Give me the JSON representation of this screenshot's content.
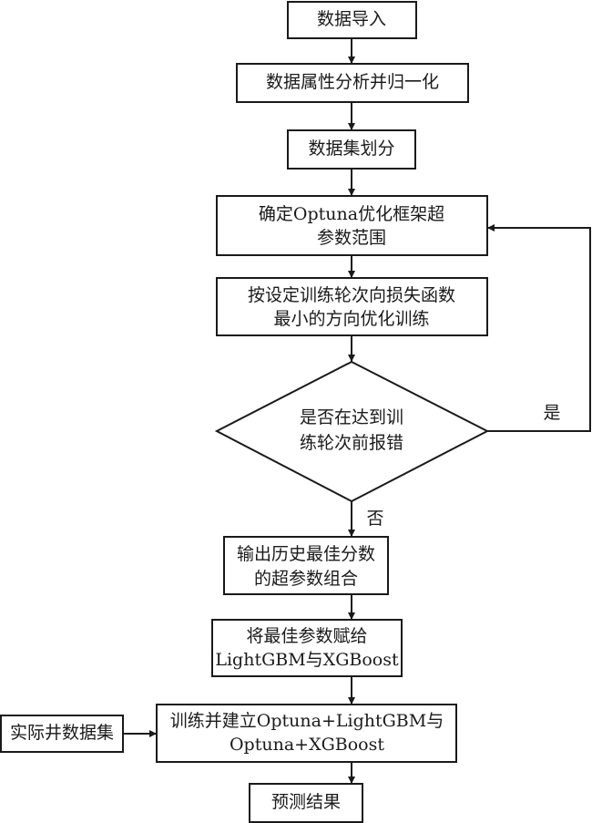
{
  "diagram": {
    "type": "flowchart",
    "nodes": [
      {
        "id": "import",
        "shape": "rect",
        "lines": [
          "数据导入"
        ]
      },
      {
        "id": "analyze",
        "shape": "rect",
        "lines": [
          "数据属性分析并归一化"
        ]
      },
      {
        "id": "split",
        "shape": "rect",
        "lines": [
          "数据集划分"
        ]
      },
      {
        "id": "hyper_range",
        "shape": "rect",
        "lines": [
          "确定Optuna优化框架超",
          "参数范围"
        ]
      },
      {
        "id": "train_opt",
        "shape": "rect",
        "lines": [
          "按设定训练轮次向损失函数",
          "最小的方向优化训练"
        ]
      },
      {
        "id": "error_check",
        "shape": "diamond",
        "lines": [
          "是否在达到训",
          "练轮次前报错"
        ]
      },
      {
        "id": "best_output",
        "shape": "rect",
        "lines": [
          "输出历史最佳分数",
          "的超参数组合"
        ]
      },
      {
        "id": "assign",
        "shape": "rect",
        "lines": [
          "将最佳参数赋给",
          "LightGBM与XGBoost"
        ]
      },
      {
        "id": "build",
        "shape": "rect",
        "lines": [
          "训练并建立Optuna+LightGBM与",
          "Optuna+XGBoost"
        ]
      },
      {
        "id": "result",
        "shape": "rect",
        "lines": [
          "预测结果"
        ]
      },
      {
        "id": "well_data",
        "shape": "rect",
        "lines": [
          "实际井数据集"
        ]
      }
    ],
    "edges": [
      {
        "from": "import",
        "to": "analyze",
        "label": ""
      },
      {
        "from": "analyze",
        "to": "split",
        "label": ""
      },
      {
        "from": "split",
        "to": "hyper_range",
        "label": ""
      },
      {
        "from": "hyper_range",
        "to": "train_opt",
        "label": ""
      },
      {
        "from": "train_opt",
        "to": "error_check",
        "label": ""
      },
      {
        "from": "error_check",
        "to": "hyper_range",
        "label": "是"
      },
      {
        "from": "error_check",
        "to": "best_output",
        "label": "否"
      },
      {
        "from": "best_output",
        "to": "assign",
        "label": ""
      },
      {
        "from": "assign",
        "to": "build",
        "label": ""
      },
      {
        "from": "well_data",
        "to": "build",
        "label": ""
      },
      {
        "from": "build",
        "to": "result",
        "label": ""
      }
    ]
  }
}
